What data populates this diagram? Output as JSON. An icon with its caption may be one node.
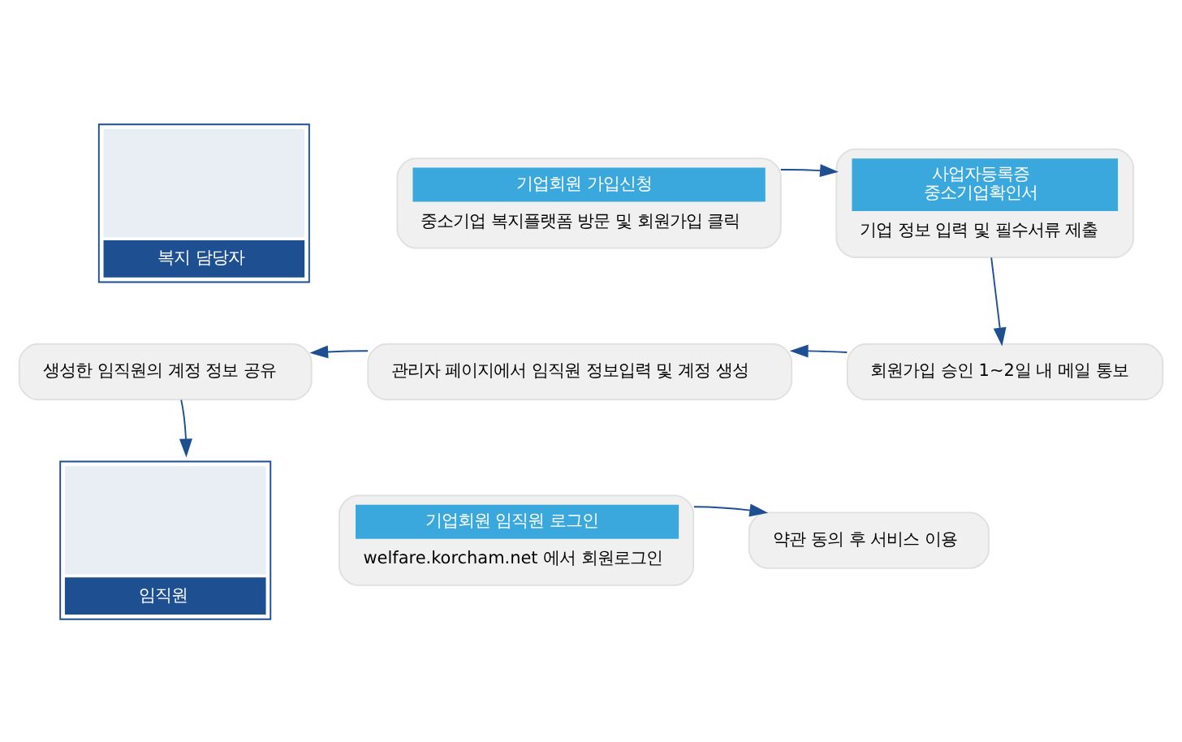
{
  "diagram": {
    "nodes": [
      {
        "text": [
          "복지 담당자"
        ]
      },
      {
        "text": [
          "기업회원 가입신청",
          "중소기업 복지플랫폼 방문 및 회원가입 클릭"
        ]
      },
      {
        "text": [
          "사업자등록증",
          "중소기업확인서",
          "기업 정보 입력 및 필수서류 제출"
        ]
      },
      {
        "text": [
          "회원가입 승인 1~2일 내 메일 통보"
        ]
      },
      {
        "text": [
          "관리자 페이지에서 임직원 정보입력 및 계정 생성"
        ]
      },
      {
        "text": [
          "생성한 임직원의 계정 정보 공유"
        ]
      },
      {
        "text": [
          "임직원"
        ]
      },
      {
        "text": [
          "기업회원 임직원 로그인",
          "welfare.korcham.net 에서 회원로그인"
        ]
      },
      {
        "text": [
          "약관 동의 후 서비스 이용"
        ]
      }
    ],
    "edges": [
      {
        "from": 1,
        "to": 2,
        "arrow": "to"
      },
      {
        "from": 2,
        "to": 3,
        "arrow": "to"
      },
      {
        "from": 3,
        "to": 4,
        "arrow": "to"
      },
      {
        "from": 4,
        "to": 5,
        "arrow": "to"
      },
      {
        "from": 5,
        "to": 6,
        "arrow": "to"
      },
      {
        "from": 7,
        "to": 8,
        "arrow": "to"
      }
    ]
  }
}
